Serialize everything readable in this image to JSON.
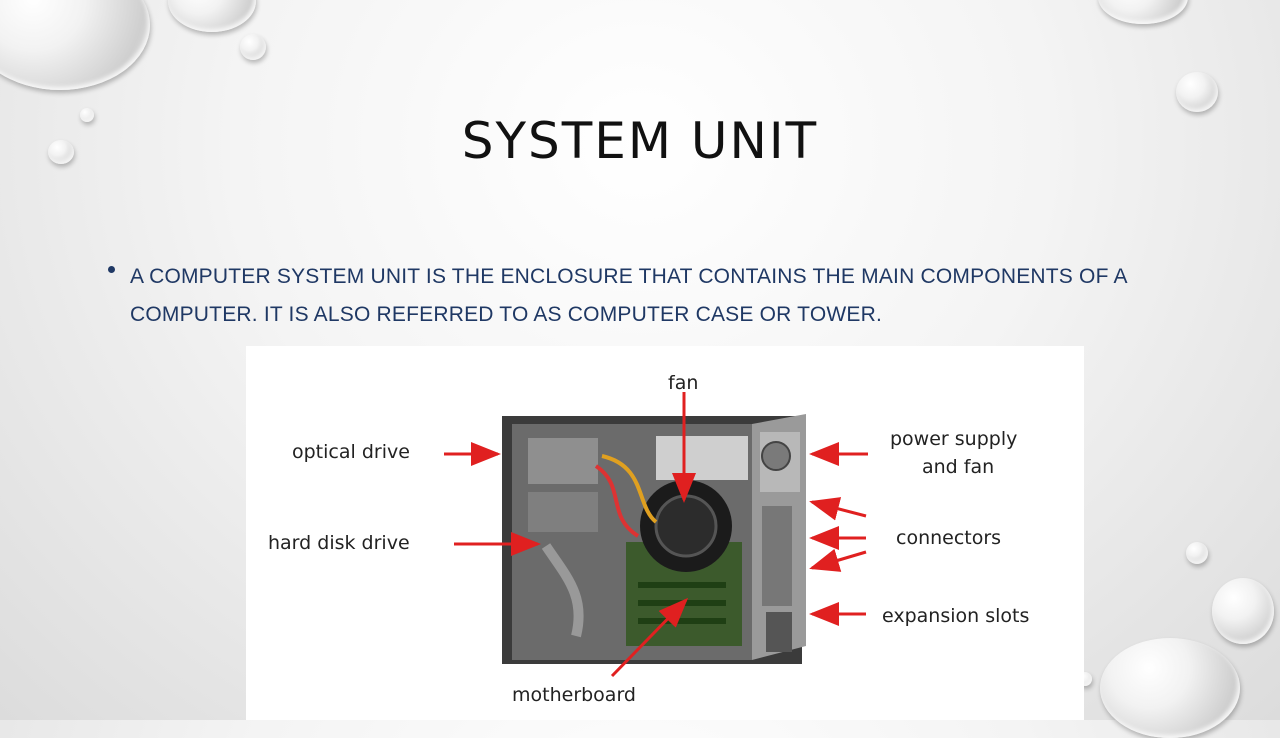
{
  "slide": {
    "title": "SYSTEM UNIT",
    "bullets": [
      "A computer system unit is the enclosure that contains the main components of a computer. It is also referred to as computer case or tower."
    ]
  },
  "diagram": {
    "labels": {
      "fan": "fan",
      "optical_drive": "optical drive",
      "hard_disk_drive": "hard disk drive",
      "power_supply_line1": "power supply",
      "power_supply_line2": "and fan",
      "connectors": "connectors",
      "expansion_slots": "expansion slots",
      "motherboard": "motherboard"
    },
    "arrow_color": "#e02020"
  },
  "theme": {
    "title_color": "#111111",
    "bullet_color": "#1f3864"
  }
}
